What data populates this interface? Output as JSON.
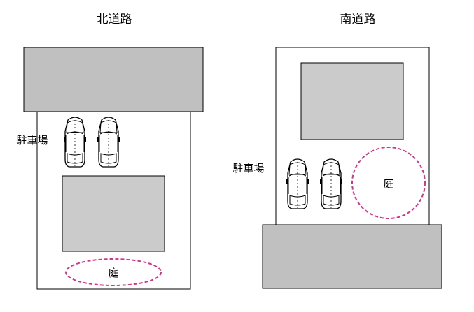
{
  "north": {
    "title": "北道路",
    "parking_label": "駐車場",
    "garden_label": "庭"
  },
  "south": {
    "title": "南道路",
    "parking_label": "駐車場",
    "garden_label": "庭"
  },
  "colors": {
    "road": "#c0c0c0",
    "house": "#cbcbcb",
    "garden_outline": "#d6338a",
    "line": "#000000"
  },
  "icons": [
    "car-icon"
  ]
}
